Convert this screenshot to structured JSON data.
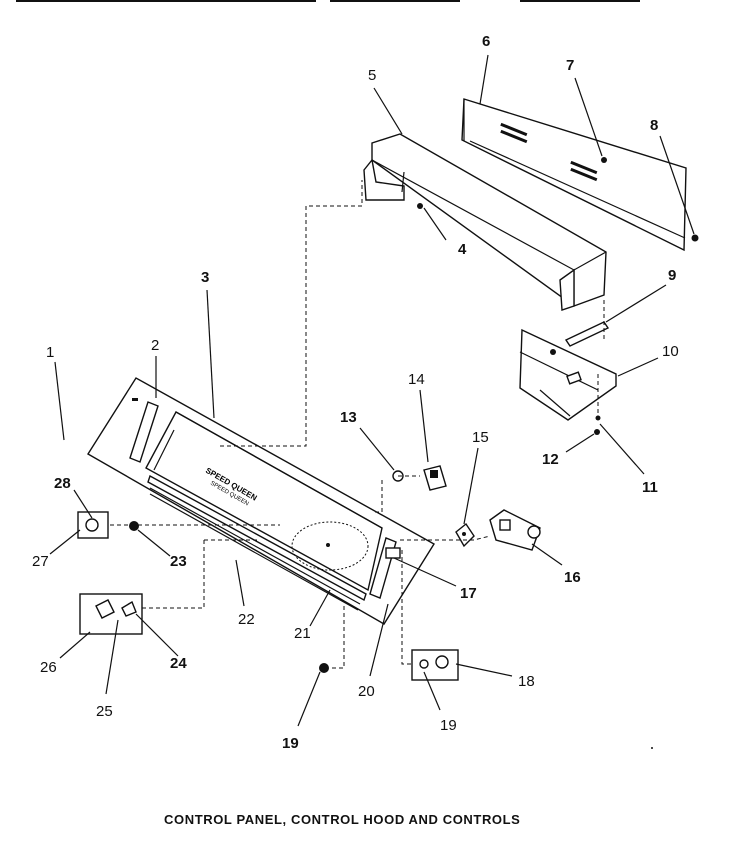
{
  "caption": "CONTROL PANEL, CONTROL HOOD AND CONTROLS",
  "panel_text": {
    "brand": "SPEED QUEEN",
    "line2": "SPEED QUEEN"
  },
  "labels": {
    "l1": "1",
    "l2": "2",
    "l3": "3",
    "l4": "4",
    "l5": "5",
    "l6": "6",
    "l7": "7",
    "l8": "8",
    "l9": "9",
    "l10": "10",
    "l11": "11",
    "l12": "12",
    "l13": "13",
    "l14": "14",
    "l15": "15",
    "l16": "16",
    "l17": "17",
    "l18": "18",
    "l19a": "19",
    "l19b": "19",
    "l20": "20",
    "l21": "21",
    "l22": "22",
    "l23": "23",
    "l24": "24",
    "l25": "25",
    "l26": "26",
    "l27": "27",
    "l28": "28"
  }
}
